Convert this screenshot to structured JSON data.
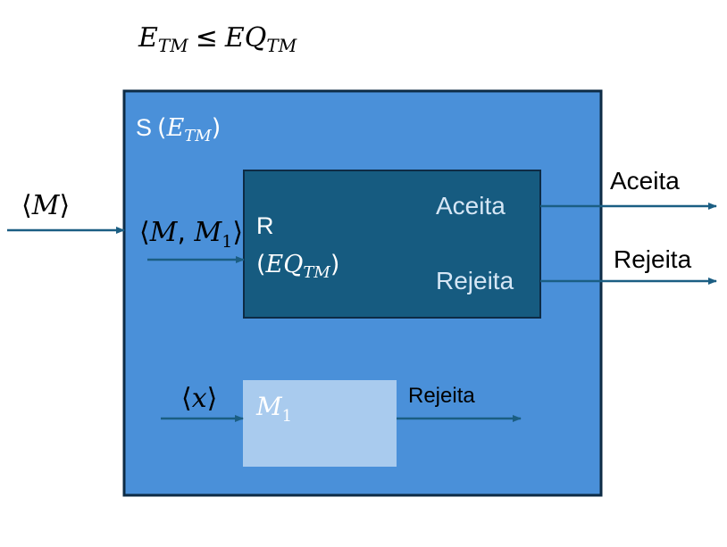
{
  "diagram": {
    "title": {
      "E": "E",
      "TM": "TM",
      "leq": "≤",
      "EQ": "EQ"
    },
    "outer_box": {
      "label_S": "S",
      "label_E": "E",
      "label_TM": "TM",
      "color": "#4A90D9",
      "border": "#0D2B45"
    },
    "inner_R": {
      "label_R": "R",
      "label_EQ": "EQ",
      "label_TM": "TM",
      "accept": "Aceita",
      "reject": "Rejeita",
      "color": "#165B80"
    },
    "machine_M1": {
      "label_M": "M",
      "label_sub": "1",
      "output": "Rejeita",
      "color": "#A9CBEE"
    },
    "inputs": {
      "outer_input_M": "M",
      "r_input_M": "M",
      "r_input_M1": "M",
      "r_input_sub": "1",
      "x_input": "x"
    },
    "outputs": {
      "accept": "Aceita",
      "reject": "Rejeita"
    },
    "colors": {
      "arrow": "#1B5E83",
      "inner_text": "#D5E6F5"
    }
  }
}
